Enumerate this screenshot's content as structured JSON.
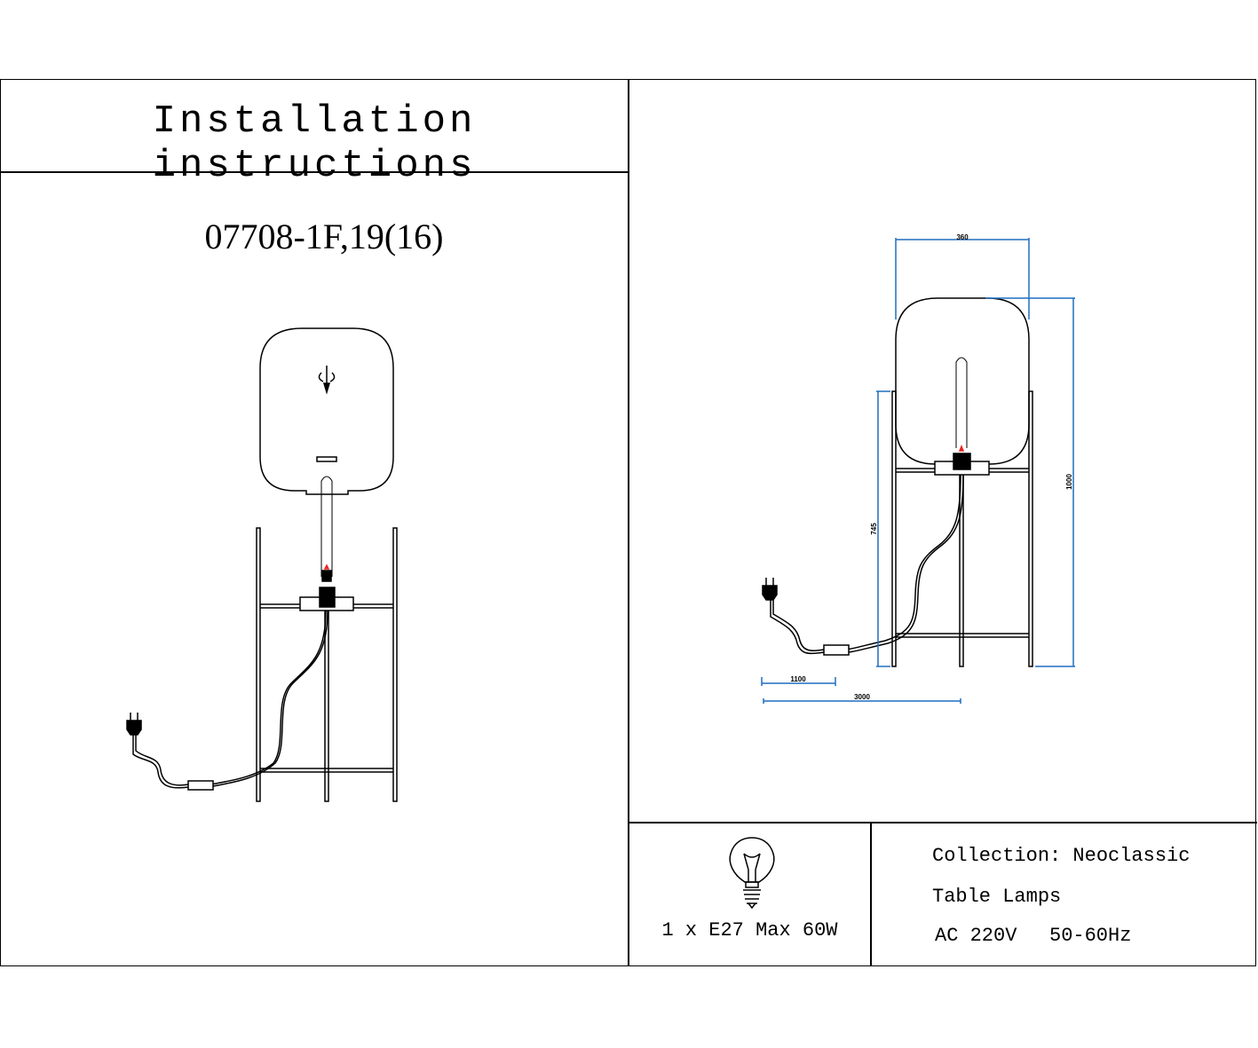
{
  "header": {
    "title": "Installation instructions"
  },
  "model": {
    "code": "07708-1F,19(16)"
  },
  "dimensions": {
    "shade_width": "360",
    "total_height": "1000",
    "frame_height": "745",
    "switch_cord": "1100",
    "cord_length": "3000",
    "line_color": "#1f6fbf"
  },
  "bulb": {
    "icon": "light-bulb-icon",
    "spec": "1 x E27 Max 60W"
  },
  "info": {
    "collection": "Collection: Neoclassic",
    "category": "Table Lamps",
    "voltage": "AC 220V",
    "frequency": "50-60Hz"
  }
}
